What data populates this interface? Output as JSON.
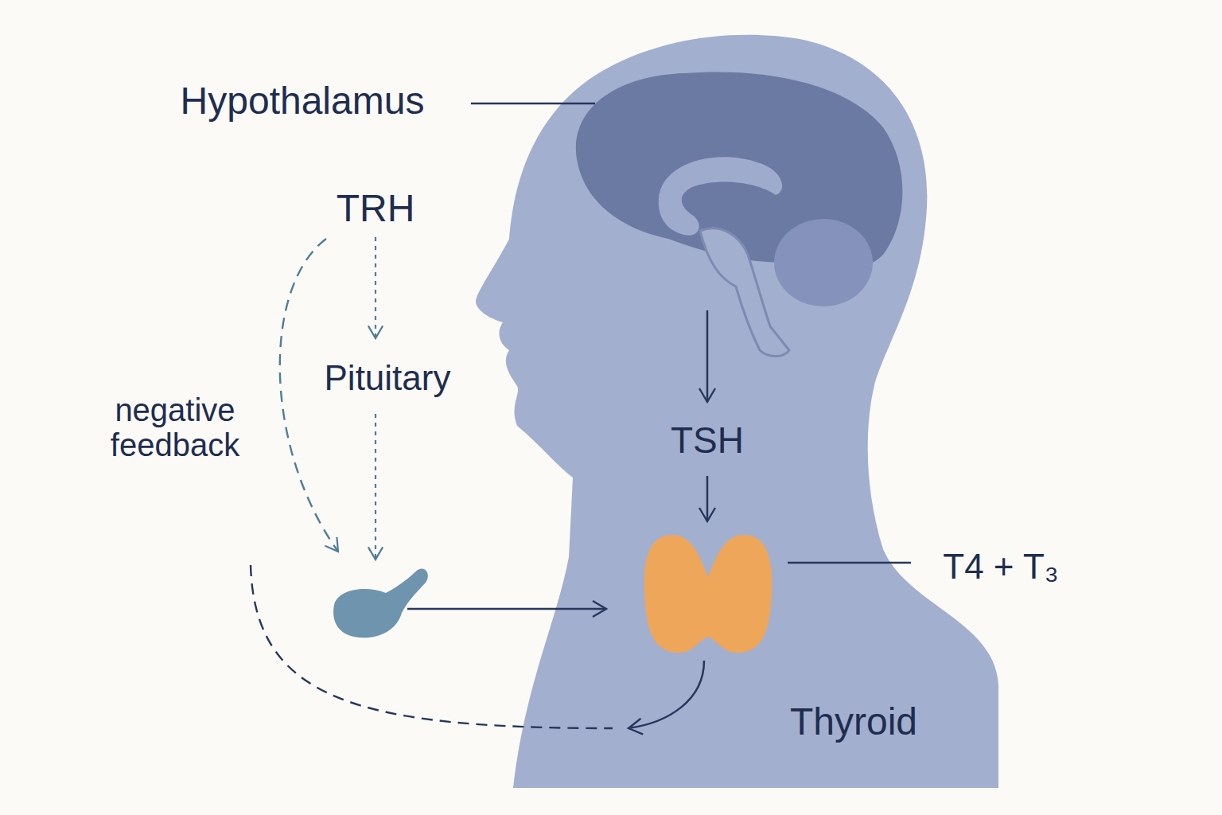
{
  "diagram": {
    "labels": [
      "Hypothalamus",
      "TRH",
      "Pituitary",
      "negative feedback",
      "TSH",
      "T4 + T₃",
      "Thyroid"
    ]
  }
}
